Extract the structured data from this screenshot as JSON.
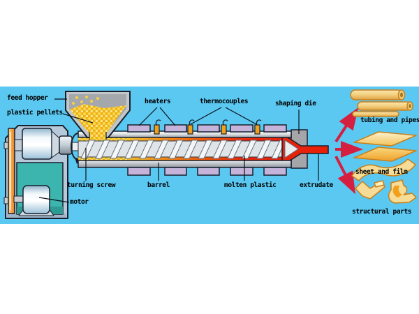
{
  "labels": {
    "feed_hopper": "feed hopper",
    "plastic_pellets": "plastic pellets",
    "turning_screw": "turning screw",
    "motor": "motor",
    "heaters": "heaters",
    "thermocouples": "thermocouples",
    "shaping_die": "shaping die",
    "barrel": "barrel",
    "molten_plastic": "molten plastic",
    "extrudate": "extrudate",
    "tubing_and_pipes": "tubing and pipes",
    "sheet_and_film": "sheet and film",
    "structural_parts": "structural parts"
  },
  "colors": {
    "diagram_bg": "#5bc8f1",
    "outline": "#17202e",
    "housing": "#b7c8d9",
    "inner_cabinet": "#3cb5ae",
    "cabinet_base": "#2d9b94",
    "belt_orange": "#f6a94e",
    "heater": "#c5b3da",
    "thermocouple": "#f2a01c",
    "pellet_yellow": "#f7ce32",
    "molten_orange": "#f2921c",
    "molten_red": "#e8220a",
    "arrow_red": "#d51f40",
    "die_gray": "#a6a6aa",
    "barrel_gray": "#c6c9cc",
    "product_fill": "#f6dc96",
    "product_outline": "#c8801c",
    "label_text": "#000000"
  }
}
